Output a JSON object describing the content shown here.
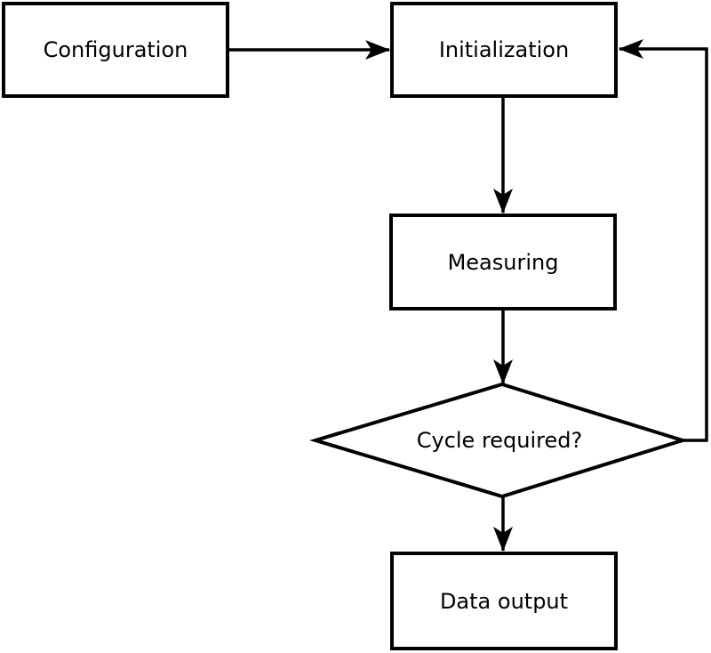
{
  "diagram": {
    "background_color": "#ffffff",
    "stroke_color": "#000000",
    "node_fill_color": "#ffffff",
    "text_color": "#000000",
    "nodes": {
      "configuration": {
        "label": "Configuration",
        "shape": "rectangle"
      },
      "initialization": {
        "label": "Initialization",
        "shape": "rectangle"
      },
      "measuring": {
        "label": "Measuring",
        "shape": "rectangle"
      },
      "cycle_required": {
        "label": "Cycle required?",
        "shape": "diamond"
      },
      "data_output": {
        "label": "Data output",
        "shape": "rectangle"
      }
    },
    "edges": [
      {
        "from": "configuration",
        "to": "initialization",
        "direction": "right"
      },
      {
        "from": "initialization",
        "to": "measuring",
        "direction": "down"
      },
      {
        "from": "measuring",
        "to": "cycle_required",
        "direction": "down"
      },
      {
        "from": "cycle_required",
        "to": "data_output",
        "direction": "down"
      },
      {
        "from": "cycle_required",
        "to": "initialization",
        "direction": "right-up-loop"
      }
    ]
  }
}
